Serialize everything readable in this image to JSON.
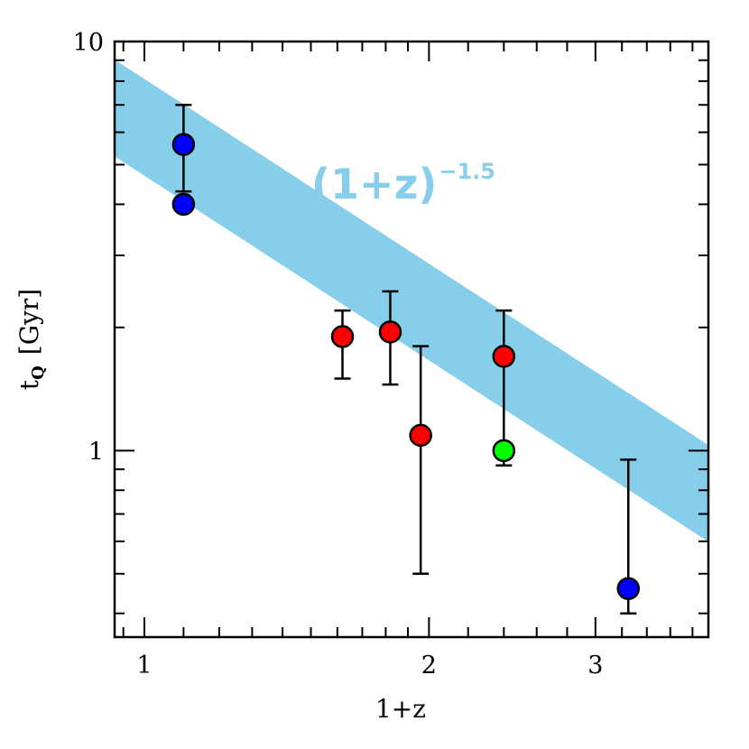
{
  "chart_data": {
    "type": "scatter",
    "title": "",
    "xlabel": "1+z",
    "ylabel_main": "t",
    "ylabel_sub": "Q",
    "ylabel_unit": "[Gyr]",
    "x_scale": "log",
    "y_scale": "log",
    "xlim": [
      0.93,
      3.95
    ],
    "ylim": [
      0.35,
      10
    ],
    "x_major_ticks": [
      1,
      2,
      3
    ],
    "x_tick_labels": [
      "1",
      "2",
      "3"
    ],
    "y_major_ticks": [
      1,
      10
    ],
    "y_tick_labels": [
      "1",
      "10"
    ],
    "band": {
      "label_base": "(1+z)",
      "label_exponent": "−1.5",
      "exponent": -1.5,
      "upper_norm": 8.1,
      "lower_norm": 4.7,
      "color": "#87ceeb"
    },
    "points": [
      {
        "x": 1.1,
        "y": 5.6,
        "yerr_low": 4.3,
        "yerr_high": 7.0,
        "color": "#0000ff"
      },
      {
        "x": 1.1,
        "y": 4.0,
        "color": "#0000ff"
      },
      {
        "x": 1.62,
        "y": 1.9,
        "yerr_low": 1.5,
        "yerr_high": 2.2,
        "color": "#ff0000"
      },
      {
        "x": 1.82,
        "y": 1.95,
        "yerr_low": 1.45,
        "yerr_high": 2.45,
        "color": "#ff0000"
      },
      {
        "x": 1.96,
        "y": 1.09,
        "yerr_low": 0.5,
        "yerr_high": 1.8,
        "color": "#ff0000"
      },
      {
        "x": 2.4,
        "y": 1.7,
        "yerr_low": 1.0,
        "yerr_high": 2.2,
        "color": "#ff0000"
      },
      {
        "x": 2.4,
        "y": 1.0,
        "yerr_low": 0.92,
        "yerr_high": 1.0,
        "color": "#00ff00"
      },
      {
        "x": 3.25,
        "y": 0.46,
        "yerr_low": 0.4,
        "yerr_high": 0.95,
        "color": "#0000ff"
      }
    ]
  }
}
